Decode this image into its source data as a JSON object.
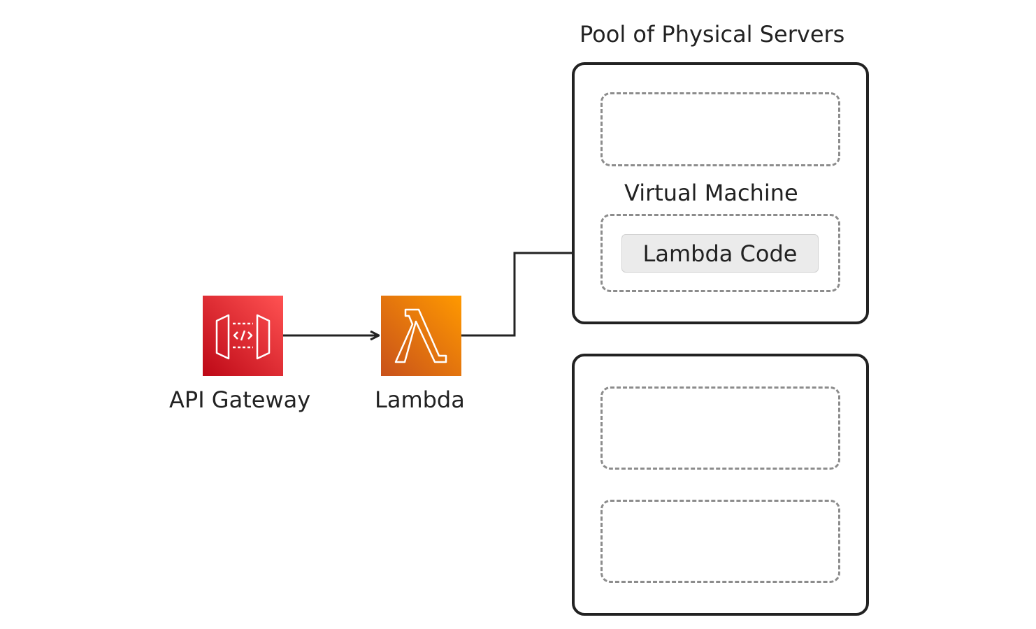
{
  "diagram": {
    "pool_title": "Pool of Physical Servers",
    "vm_label": "Virtual Machine",
    "lambda_code_label": "Lambda Code",
    "nodes": [
      {
        "id": "api-gateway",
        "label": "API Gateway",
        "icon": "api-gateway-icon",
        "color": "#d6242d"
      },
      {
        "id": "lambda",
        "label": "Lambda",
        "icon": "lambda-icon",
        "color": "#f58a0f"
      }
    ],
    "edges": [
      {
        "from": "api-gateway",
        "to": "lambda"
      },
      {
        "from": "lambda",
        "to": "virtual-machine"
      }
    ]
  }
}
